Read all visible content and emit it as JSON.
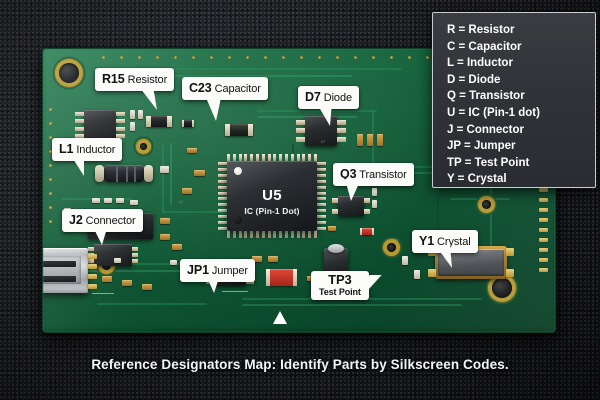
{
  "caption": "Reference Designators Map: Identify Parts by Silkscreen Codes.",
  "legend": {
    "title": "designator-key",
    "entries": [
      {
        "code": "R",
        "sep": " = ",
        "meaning": "Resistor"
      },
      {
        "code": "C",
        "sep": " = ",
        "meaning": "Capacitor"
      },
      {
        "code": "L",
        "sep": " = ",
        "meaning": "Inductor"
      },
      {
        "code": "D",
        "sep": " = ",
        "meaning": "Diode"
      },
      {
        "code": "Q",
        "sep": " = ",
        "meaning": "Transistor"
      },
      {
        "code": "U",
        "sep": " = ",
        "meaning": "IC (Pin-1 dot)"
      },
      {
        "code": "J",
        "sep": " = ",
        "meaning": "Connector"
      },
      {
        "code": "JP",
        "sep": " = ",
        "meaning": "Jumper"
      },
      {
        "code": "TP",
        "sep": " = ",
        "meaning": "Test Point"
      },
      {
        "code": "Y",
        "sep": " = ",
        "meaning": "Crystal"
      }
    ]
  },
  "chip": {
    "designator": "U5",
    "description": "IC (Pin-1 Dot)"
  },
  "callouts": [
    {
      "designator": "R15",
      "part": " Resistor",
      "name": "callout-r15"
    },
    {
      "designator": "C23",
      "part": " Capacitor",
      "name": "callout-c23"
    },
    {
      "designator": "D7",
      "part": " Diode",
      "name": "callout-d7"
    },
    {
      "designator": "L1",
      "part": " Inductor",
      "name": "callout-l1"
    },
    {
      "designator": "Q3",
      "part": " Transistor",
      "name": "callout-q3"
    },
    {
      "designator": "J2",
      "part": " Connector",
      "name": "callout-j2"
    },
    {
      "designator": "JP1",
      "part": " Jumper",
      "name": "callout-jp1"
    },
    {
      "designator": "TP3",
      "part": "Test Point",
      "name": "callout-tp3"
    },
    {
      "designator": "Y1",
      "part": " Crystal",
      "name": "callout-y1"
    }
  ],
  "colors": {
    "pcb_green": "#0f5633",
    "pcb_green_light": "#1f7a4d",
    "gold_pad": "#c9a63a",
    "label_bg": "#fbfbf9",
    "legend_bg": "#32343a",
    "legend_border": "#c9ccd2",
    "background": "#1c1d21",
    "caption_text": "#f4f5f6",
    "red_component": "#d33a2c"
  }
}
